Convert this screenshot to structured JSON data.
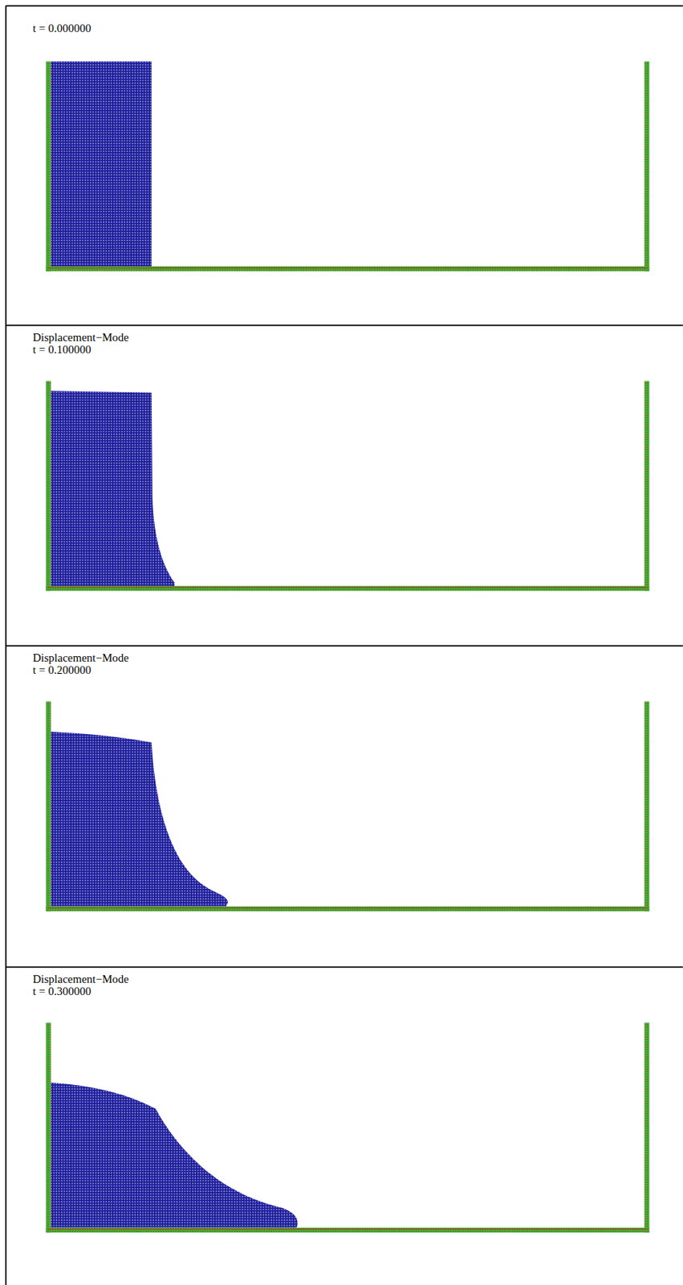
{
  "diagram": {
    "labels": [
      "t = 0.000000",
      "Displacement−Mode",
      "t = 0.100000",
      "Displacement−Mode",
      "t = 0.200000",
      "Displacement−Mode",
      "t = 0.300000"
    ]
  }
}
